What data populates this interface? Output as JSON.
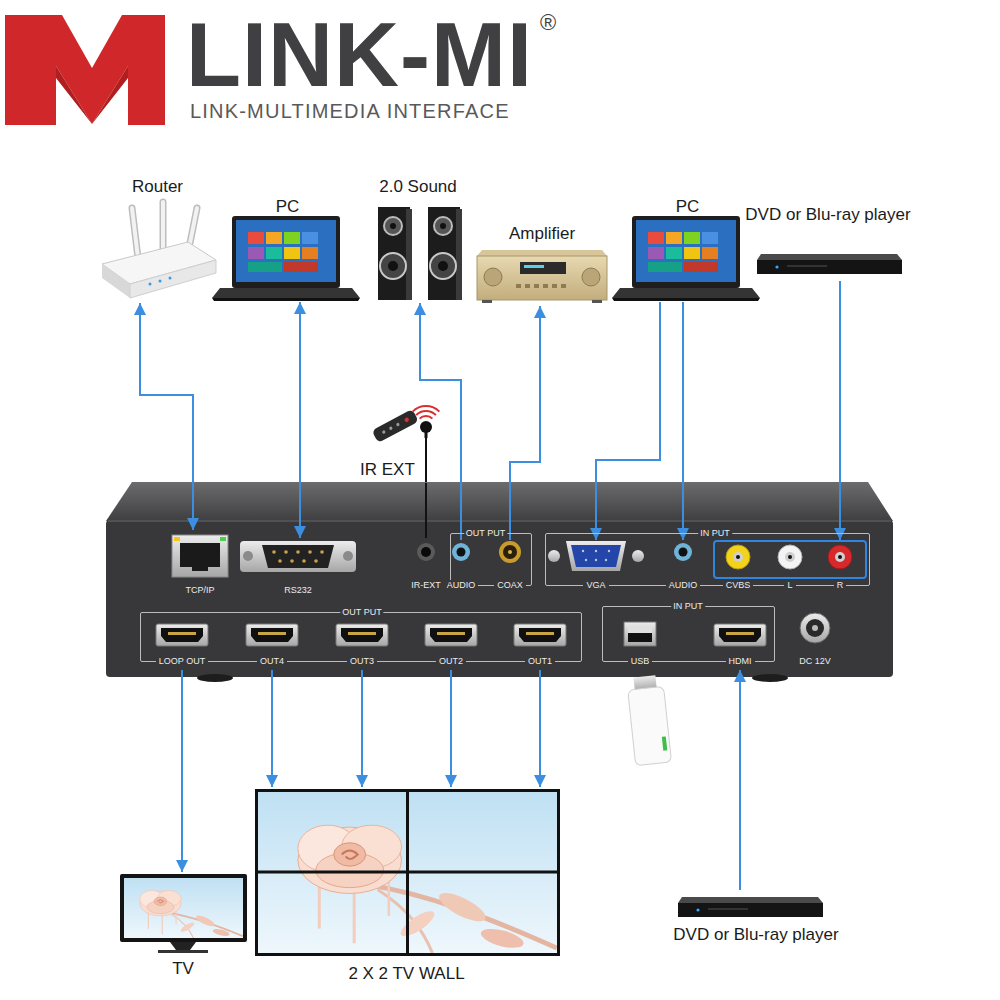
{
  "diagram": {
    "title": "LINK-MI",
    "nodes": [
      {
        "text": [
          "Router"
        ]
      },
      {
        "text": [
          "PC"
        ]
      },
      {
        "text": [
          "2.0 Sound"
        ]
      },
      {
        "text": [
          "Amplifier"
        ]
      },
      {
        "text": [
          "PC"
        ]
      },
      {
        "text": [
          "DVD or Blu-ray player"
        ]
      },
      {
        "text": [
          "IR EXT"
        ]
      },
      {
        "text": [
          "TCP/IP"
        ]
      },
      {
        "text": [
          "RS232"
        ]
      },
      {
        "text": [
          "IR-EXT"
        ]
      },
      {
        "text": [
          "OUT PUT"
        ]
      },
      {
        "text": [
          "AUDIO"
        ],
        "in": 10
      },
      {
        "text": [
          "COAX"
        ],
        "in": 10
      },
      {
        "text": [
          "IN PUT"
        ]
      },
      {
        "text": [
          "VGA"
        ],
        "in": 13
      },
      {
        "text": [
          "AUDIO"
        ],
        "in": 13
      },
      {
        "text": [
          "CVBS"
        ],
        "in": 13
      },
      {
        "text": [
          "L"
        ],
        "in": 13
      },
      {
        "text": [
          "R"
        ],
        "in": 13
      },
      {
        "text": [
          "OUT PUT"
        ]
      },
      {
        "text": [
          "LOOP OUT"
        ],
        "in": 19
      },
      {
        "text": [
          "OUT4"
        ],
        "in": 19
      },
      {
        "text": [
          "OUT3"
        ],
        "in": 19
      },
      {
        "text": [
          "OUT2"
        ],
        "in": 19
      },
      {
        "text": [
          "OUT1"
        ],
        "in": 19
      },
      {
        "text": [
          "IN PUT"
        ]
      },
      {
        "text": [
          "USB"
        ],
        "in": 25
      },
      {
        "text": [
          "HDMI"
        ],
        "in": 25
      },
      {
        "text": [
          "DC 12V"
        ]
      },
      {
        "text": [
          "TV"
        ]
      },
      {
        "text": [
          "2 X 2 TV WALL"
        ]
      },
      {
        "text": [
          "DVD or Blu-ray player"
        ]
      }
    ],
    "edges": [
      {
        "from": 7,
        "to": 0,
        "arrow": "both"
      },
      {
        "from": 8,
        "to": 1,
        "arrow": "both"
      },
      {
        "from": 9,
        "to": 6,
        "arrow": "none"
      },
      {
        "from": 11,
        "to": 2,
        "arrow": "to"
      },
      {
        "from": 12,
        "to": 3,
        "arrow": "to"
      },
      {
        "from": 4,
        "to": 14,
        "arrow": "to"
      },
      {
        "from": 4,
        "to": 15,
        "arrow": "to"
      },
      {
        "from": 5,
        "to": 18,
        "arrow": "to"
      },
      {
        "from": 20,
        "to": 29,
        "arrow": "to"
      },
      {
        "from": 21,
        "to": 30,
        "arrow": "to"
      },
      {
        "from": 22,
        "to": 30,
        "arrow": "to"
      },
      {
        "from": 23,
        "to": 30,
        "arrow": "to"
      },
      {
        "from": 24,
        "to": 30,
        "arrow": "to"
      },
      {
        "from": 31,
        "to": 27,
        "arrow": "to"
      }
    ],
    "labels": [
      "®",
      "LINK-MULTIMEDIA INTERFACE"
    ]
  }
}
